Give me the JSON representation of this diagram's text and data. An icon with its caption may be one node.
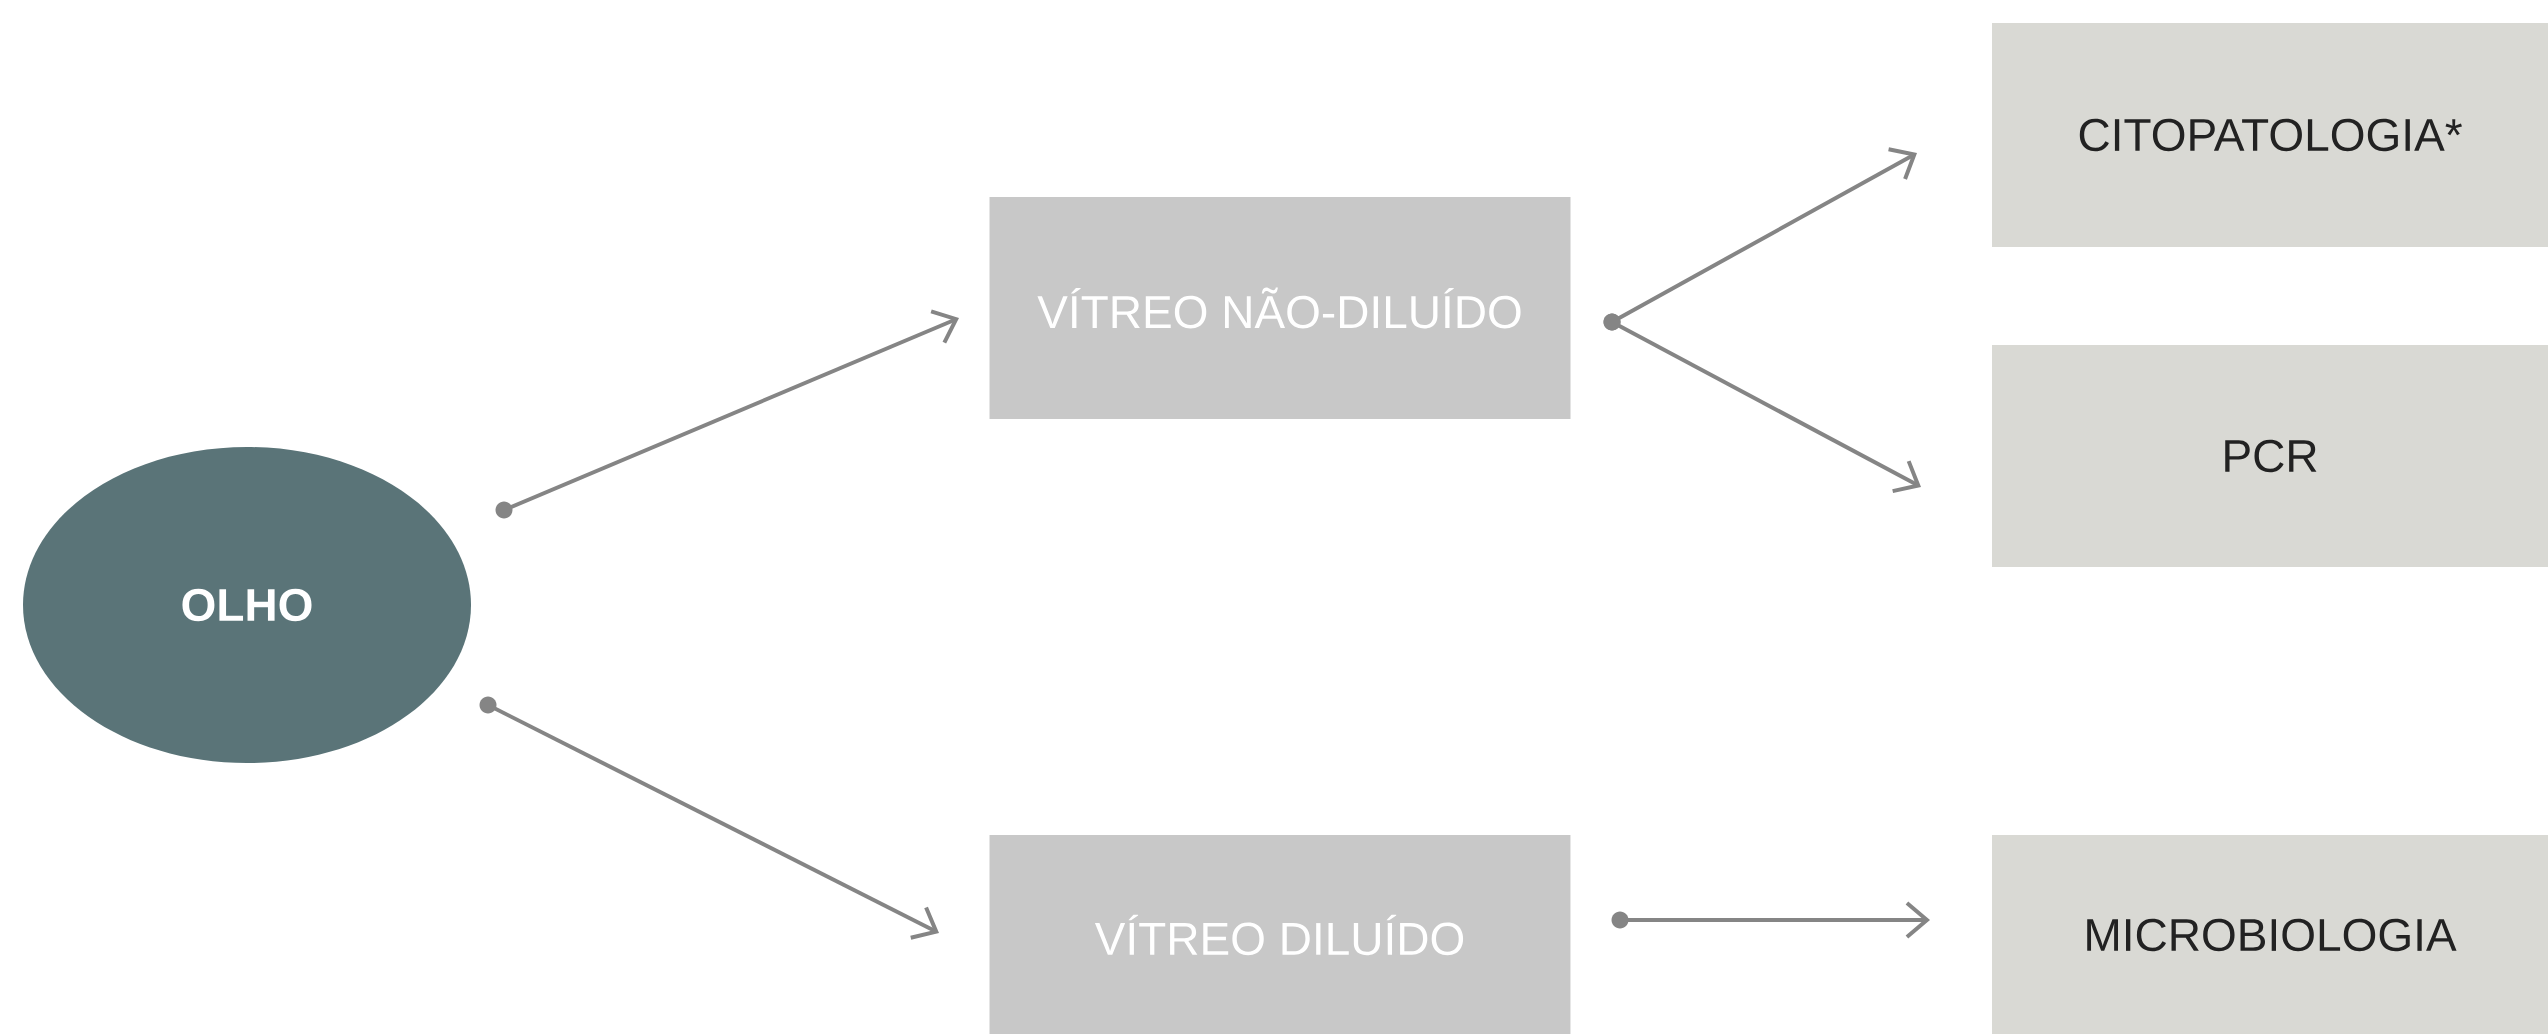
{
  "diagram": {
    "nodes": [
      {
        "text": [
          "OLHO"
        ]
      },
      {
        "text": [
          "VÍTREO NÃO-DILUÍDO"
        ]
      },
      {
        "text": [
          "VÍTREO DILUÍDO"
        ]
      },
      {
        "text": [
          "CITOPATOLOGIA*"
        ]
      },
      {
        "text": [
          "PCR"
        ]
      },
      {
        "text": [
          "MICROBIOLOGIA"
        ]
      }
    ],
    "edges": [
      {
        "from": 0,
        "to": 1,
        "arrow": "to"
      },
      {
        "from": 0,
        "to": 2,
        "arrow": "to"
      },
      {
        "from": 1,
        "to": 3,
        "arrow": "to"
      },
      {
        "from": 1,
        "to": 4,
        "arrow": "to"
      },
      {
        "from": 2,
        "to": 5,
        "arrow": "to"
      }
    ]
  }
}
